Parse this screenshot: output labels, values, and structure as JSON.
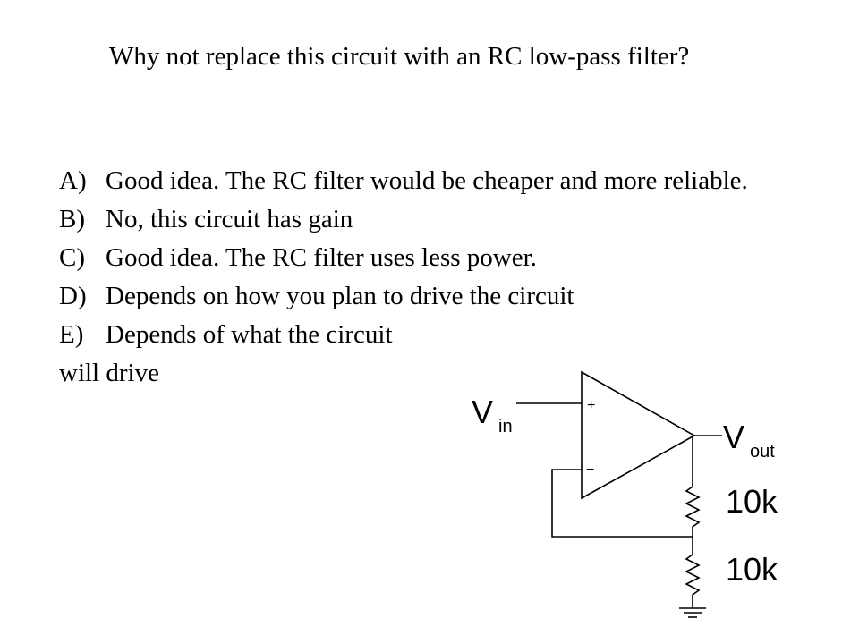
{
  "slide": {
    "question": "Why not replace this circuit with an RC low-pass filter?",
    "answers": [
      {
        "letter": "A)",
        "text": "Good idea. The RC filter would be cheaper and more reliable."
      },
      {
        "letter": "B)",
        "text": "No, this circuit has gain"
      },
      {
        "letter": "C)",
        "text": "Good idea. The RC filter uses less power."
      },
      {
        "letter": "D)",
        "text": "Depends on how you plan to drive the circuit"
      },
      {
        "letter": "E)",
        "text": "Depends of what the circuit",
        "continuation": "will drive"
      }
    ]
  },
  "circuit": {
    "vin_main": "V",
    "vin_sub": "in",
    "vout_main": "V",
    "vout_sub": "out",
    "plus_sign": "+",
    "minus_sign": "−",
    "r1_label": "10k",
    "r2_label": "10k"
  }
}
